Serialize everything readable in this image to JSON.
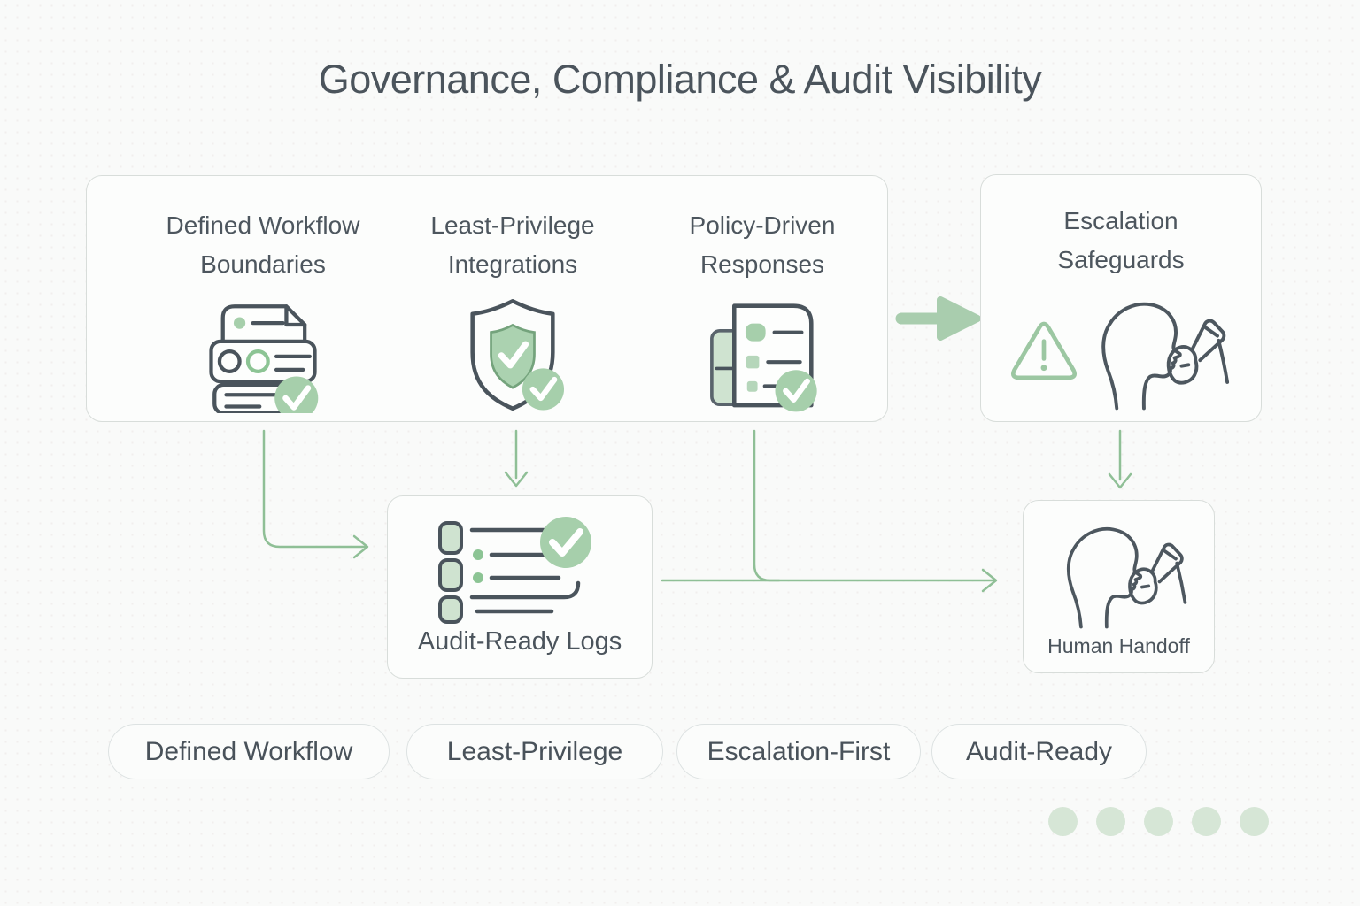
{
  "title": "Governance, Compliance & Audit Visibility",
  "governance_panel": {
    "items": [
      {
        "line1": "Defined Workflow",
        "line2": "Boundaries",
        "icon": "workflow-document-check-icon"
      },
      {
        "line1": "Least-Privilege",
        "line2": "Integrations",
        "icon": "shield-check-icon"
      },
      {
        "line1": "Policy-Driven",
        "line2": "Responses",
        "icon": "policy-checklist-check-icon"
      }
    ]
  },
  "escalation_card": {
    "line1": "Escalation",
    "line2": "Safeguards",
    "icons": [
      "warning-triangle-icon",
      "person-megaphone-icon"
    ]
  },
  "audit_card": {
    "label": "Audit-Ready Logs",
    "icon": "log-list-check-icon"
  },
  "handoff_card": {
    "label": "Human Handoff",
    "icon": "person-megaphone-icon"
  },
  "tags": [
    "Defined Workflow",
    "Least-Privilege",
    "Escalation-First",
    "Audit-Ready"
  ],
  "progress_dots_count": 5,
  "colors": {
    "background": "#f9faf9",
    "ink": "#4b545c",
    "card_border": "#d8ddda",
    "accent_green_fill": "#a6cfab",
    "accent_green_light": "#cfe3d0",
    "connector_green": "#8fbf96",
    "thick_arrow_green": "#a9cdae",
    "dot_green": "#d6e6d6",
    "warning_triangle_green": "#9cc7a2"
  }
}
